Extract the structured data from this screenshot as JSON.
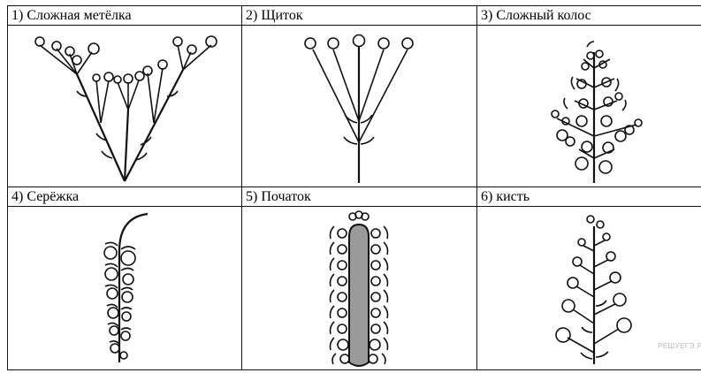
{
  "cells": [
    {
      "label": "1) Сложная метёлка",
      "icon": "complex-panicle-diagram"
    },
    {
      "label": "2) Щиток",
      "icon": "corymb-diagram"
    },
    {
      "label": "3) Сложный колос",
      "icon": "compound-spike-diagram"
    },
    {
      "label": "4) Серёжка",
      "icon": "catkin-diagram"
    },
    {
      "label": "5) Початок",
      "icon": "spadix-diagram"
    },
    {
      "label": "6) кисть",
      "icon": "raceme-diagram"
    }
  ],
  "watermark": "РЕШУЕГЭ.РФ",
  "colors": {
    "line": "#111111",
    "spadix_fill": "#9a9a9a"
  }
}
